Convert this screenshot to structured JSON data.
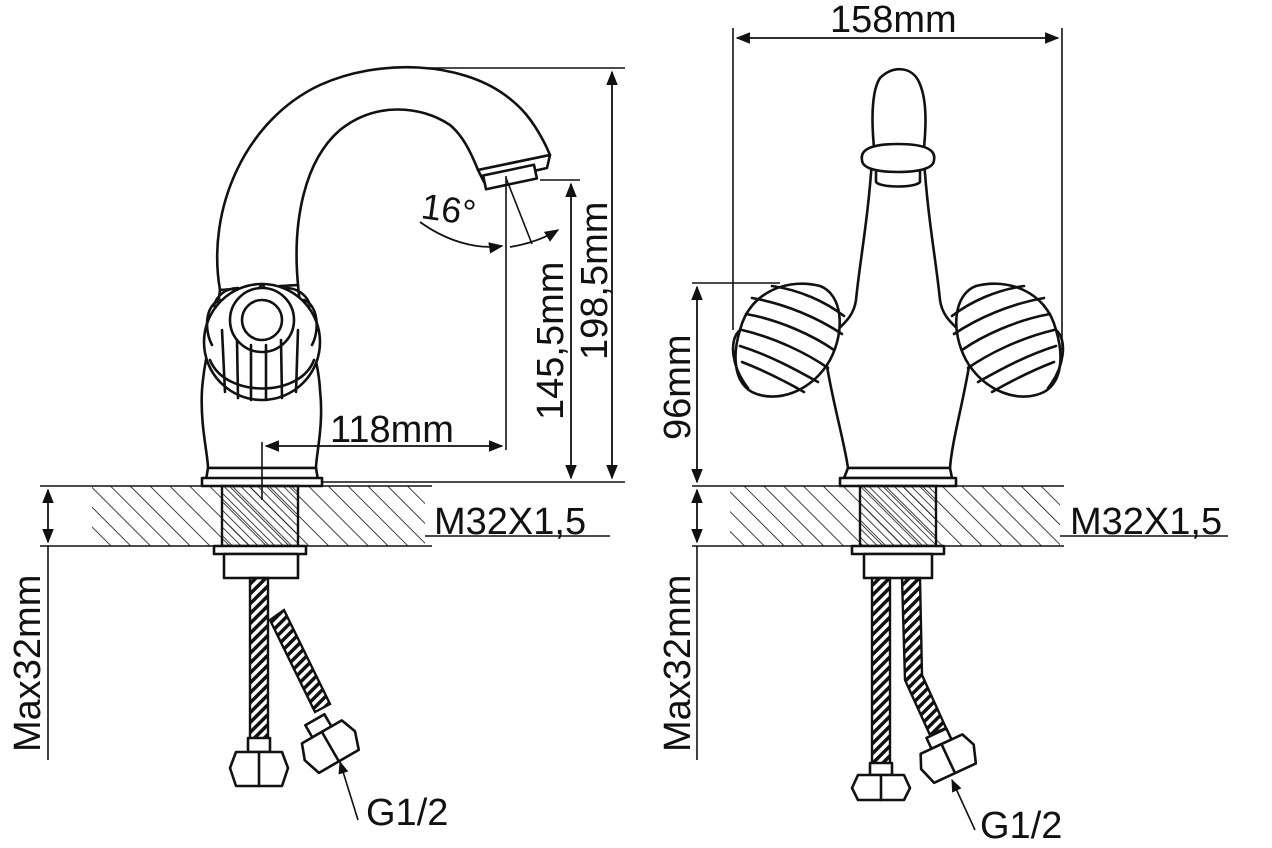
{
  "views": {
    "side": {
      "dim_spout_height": "145,5mm",
      "dim_total_height": "198,5mm",
      "dim_reach": "118mm",
      "angle": "16°",
      "dim_thread": "M32X1,5",
      "dim_max_thickness": "Max32mm",
      "connector": "G1/2"
    },
    "front": {
      "dim_width": "158mm",
      "dim_handle_height": "96mm",
      "dim_thread": "M32X1,5",
      "dim_max_thickness": "Max32mm",
      "connector": "G1/2"
    }
  }
}
